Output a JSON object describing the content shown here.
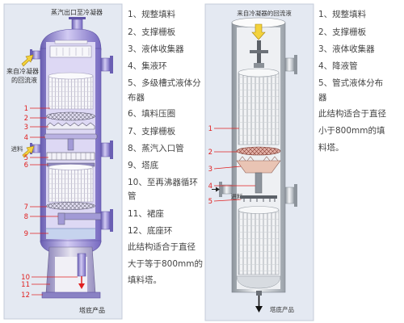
{
  "diagram_left": {
    "vapor_outlet_label": "蒸汽出口至冷凝器",
    "reflux_label_lines": [
      "来自冷凝器",
      "的回流液"
    ],
    "feed_label": "进料",
    "bottoms_label": "塔底产品",
    "callouts": [
      "1",
      "2",
      "3",
      "4",
      "5",
      "6",
      "7",
      "8",
      "9",
      "10",
      "11",
      "12"
    ]
  },
  "legend_left": {
    "items": [
      [
        "1、规整填料"
      ],
      [
        "2、支撑栅板"
      ],
      [
        "3、液体收集器"
      ],
      [
        "4、集液环"
      ],
      [
        "5、多级槽式液体分",
        "布器"
      ],
      [
        "6、填料压圈"
      ],
      [
        "7、支撑栅板"
      ],
      [
        "8、蒸汽入口管"
      ],
      [
        "9、塔底"
      ],
      [
        "10、至再沸器循环",
        "管"
      ],
      [
        "11、裙座"
      ],
      [
        "12、底座环"
      ]
    ],
    "note_lines": [
      "此结构适合于直径",
      "大于等于800mm的",
      "填料塔。"
    ]
  },
  "diagram_right": {
    "reflux_label": "来自冷凝器的回流液",
    "feed_label": "进料",
    "bottoms_label": "塔底产品",
    "callouts": [
      "1",
      "2",
      "3",
      "4",
      "5"
    ]
  },
  "legend_right": {
    "items": [
      [
        "1、规整填料"
      ],
      [
        "2、支撑栅板"
      ],
      [
        "3、液体收集器"
      ],
      [
        "4、降液管"
      ],
      [
        "5、管式液体分布",
        "器"
      ]
    ],
    "note_lines": [
      "此结构适合于直径",
      "小于800mm的填",
      "料塔。"
    ]
  },
  "colors": {
    "callout": "#e02020",
    "left_shell": "#8c7fd0",
    "right_shell": "#b8bec6",
    "reflux_arrow": "#f3d23c"
  }
}
